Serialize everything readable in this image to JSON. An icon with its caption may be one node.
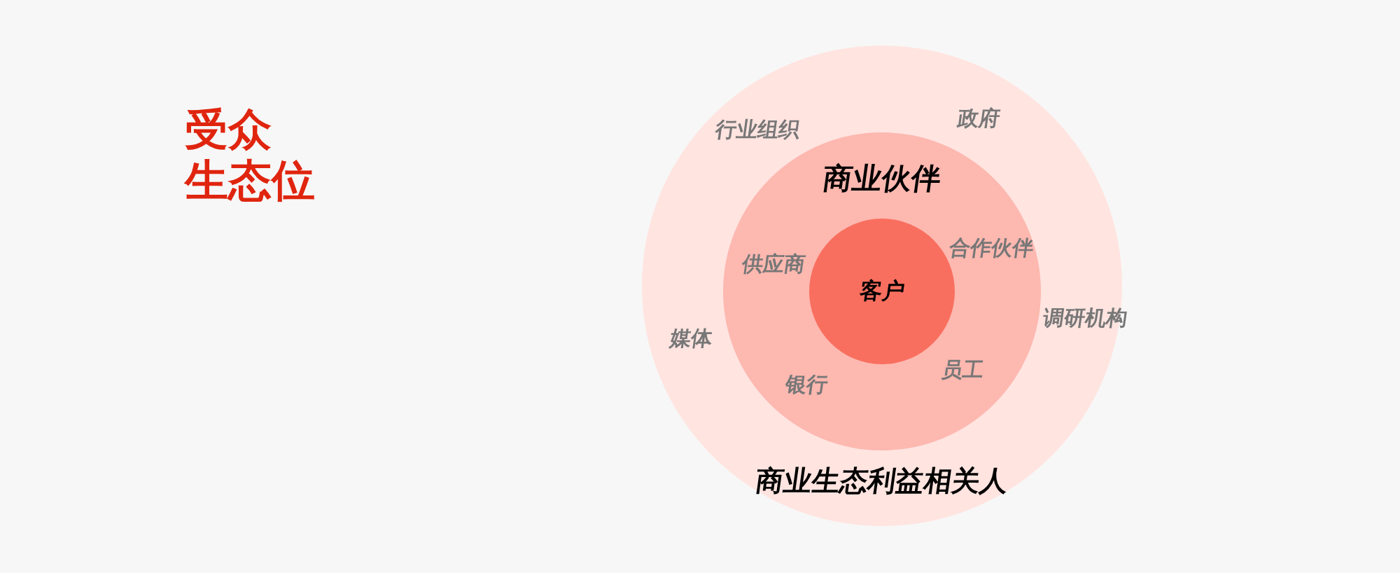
{
  "diagram": {
    "title": "受众生态位",
    "nodes": [
      {
        "text": [
          "行业组织",
          "政府",
          "调研机构",
          "媒体",
          "商业生态利益相关人"
        ]
      },
      {
        "text": [
          "商业伙伴",
          "合作伙伴",
          "供应商",
          "员工",
          "银行"
        ],
        "in": 0
      },
      {
        "text": [
          "客户"
        ],
        "in": 1
      }
    ],
    "edges": []
  }
}
